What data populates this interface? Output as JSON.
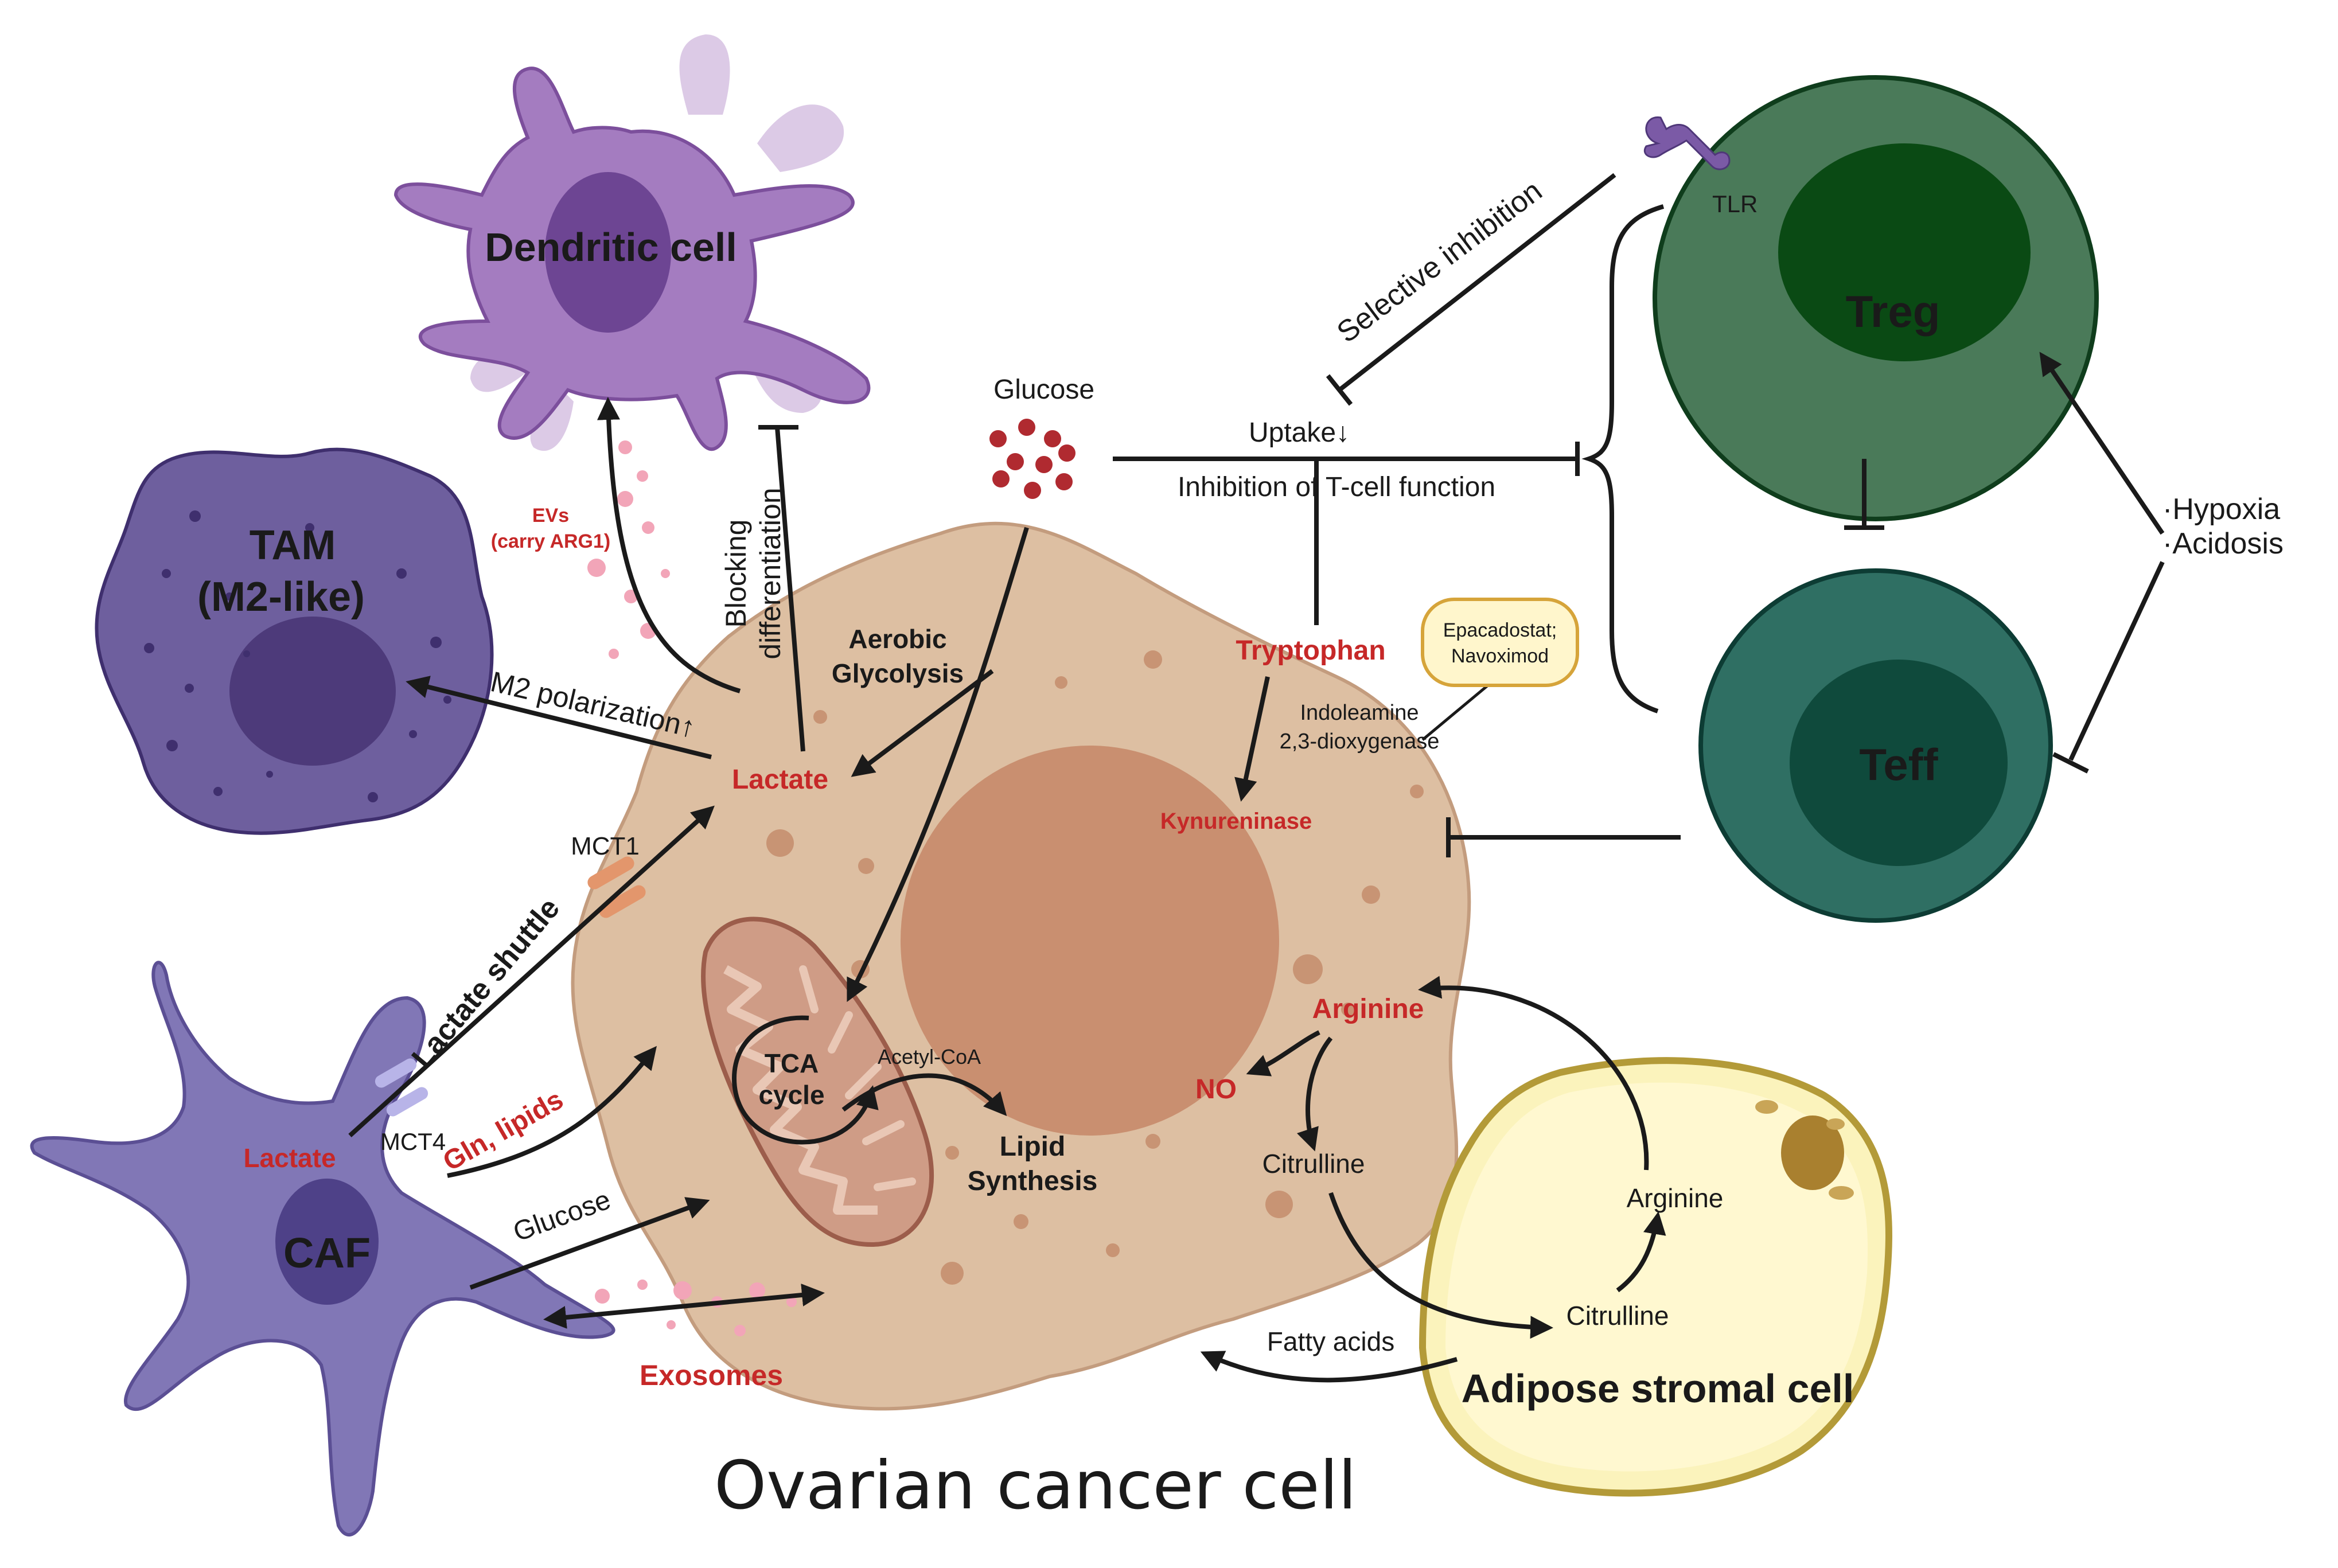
{
  "cells": {
    "dendritic": "Dendritic cell",
    "tam_line1": "TAM",
    "tam_line2": "(M2-like)",
    "caf": "CAF",
    "treg": "Treg",
    "teff": "Teff",
    "adipose": "Adipose stromal cell",
    "cancer": "Ovarian cancer cell"
  },
  "labels": {
    "glucose_top": "Glucose",
    "uptake": "Uptake↓",
    "inhibition_tcell": "Inhibition of T-cell function",
    "selective_inhibition": "Selective inhibition",
    "tlr": "TLR",
    "hypoxia": "·Hypoxia",
    "acidosis": "·Acidosis",
    "evs_line1": "EVs",
    "evs_line2": "(carry ARG1)",
    "blocking_line1": "Blocking",
    "blocking_line2": "differentiation",
    "aerobic_line1": "Aerobic",
    "aerobic_line2": "Glycolysis",
    "m2_polarization": "M2 polarization↑",
    "lactate_cancer": "Lactate",
    "mct1": "MCT1",
    "mct4": "MCT4",
    "lactate_shuttle": "Lactate shuttle",
    "lactate_caf": "Lactate",
    "gln_lipids": "Gln, lipids",
    "glucose_caf": "Glucose",
    "exosomes": "Exosomes",
    "tca_line1": "TCA",
    "tca_line2": "cycle",
    "acetyl_coa": "Acetyl-CoA",
    "lipid_line1": "Lipid",
    "lipid_line2": "Synthesis",
    "tryptophan": "Tryptophan",
    "ido_line1": "Indoleamine",
    "ido_line2": "2,3-dioxygenase",
    "drug_line1": "Epacadostat;",
    "drug_line2": "Navoximod",
    "kynureninase": "Kynureninase",
    "arginine_cancer": "Arginine",
    "no": "NO",
    "citrulline_cancer": "Citrulline",
    "arginine_adipose": "Arginine",
    "citrulline_adipose": "Citrulline",
    "fatty_acids": "Fatty acids"
  },
  "colors": {
    "dendritic": "#a47cc0",
    "dendritic_nucleus": "#6d4593",
    "tam": "#6e5f9e",
    "tam_nucleus": "#4d3a7a",
    "caf": "#8177b6",
    "caf_nucleus": "#4e4188",
    "cancer": "#ddbfa2",
    "cancer_nucleus": "#c98f70",
    "treg": "#4a7a59",
    "treg_nucleus": "#0a4a14",
    "teff": "#2f6f63",
    "teff_nucleus": "#0f4a3c",
    "adipose": "#fbf3bc",
    "adipose_border": "#b39a38",
    "red_text": "#c62828",
    "glucose_dot": "#b02a30",
    "drug_box": "#fff6cc",
    "drug_border": "#d6a43a"
  }
}
